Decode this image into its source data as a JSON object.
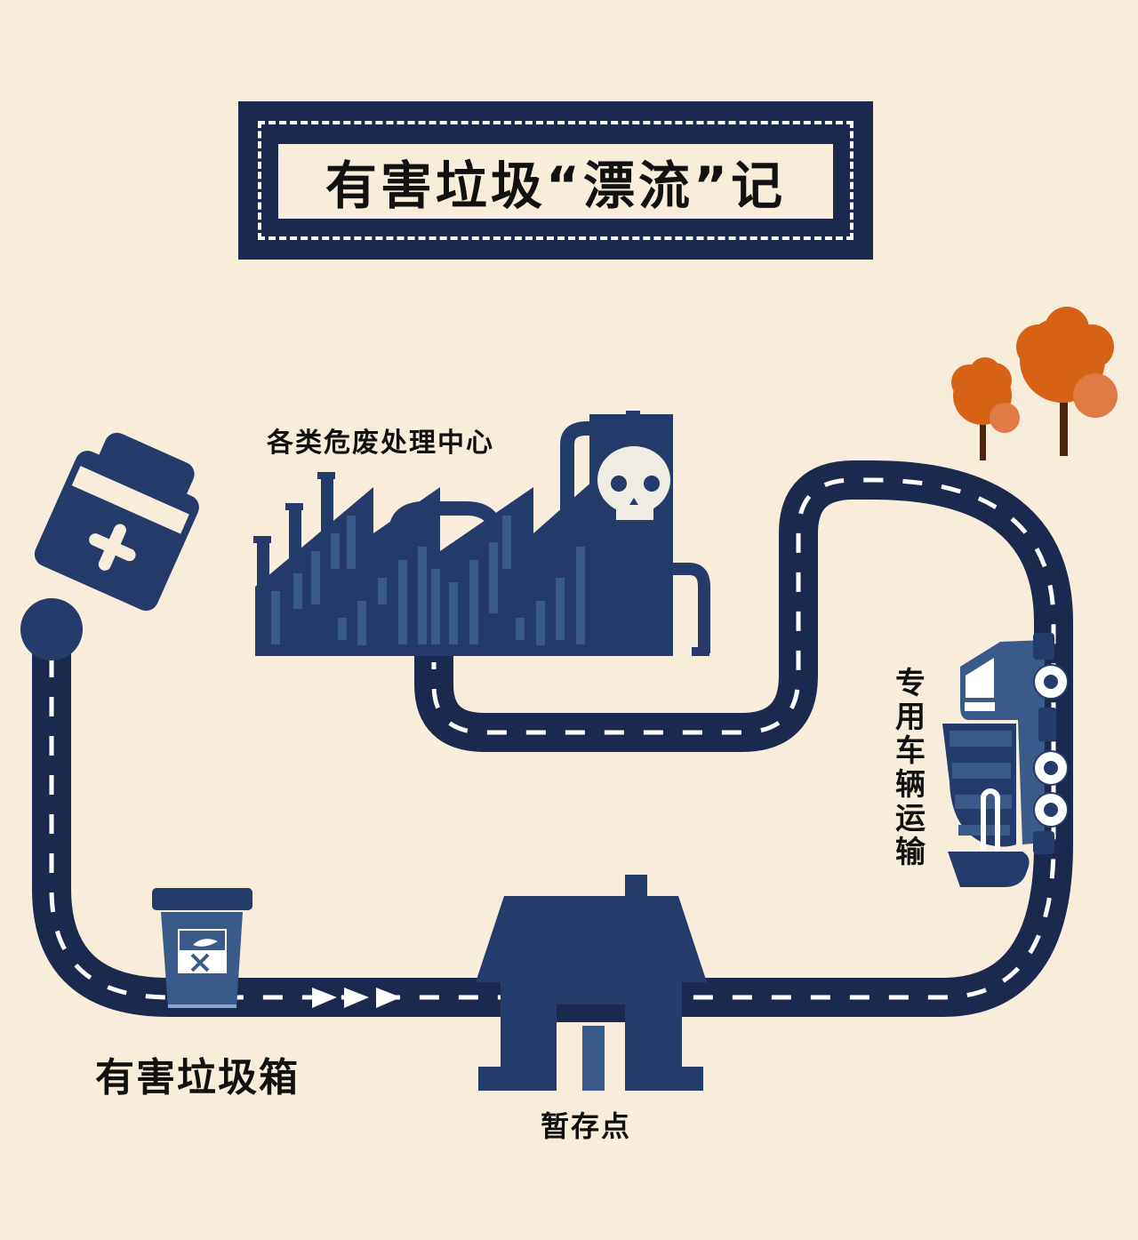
{
  "title": "有害垃圾“漂流”记",
  "labels": {
    "treatment_center": "各类危废处理中心",
    "hazardous_bin": "有害垃圾箱",
    "temporary_storage": "暂存点",
    "vehicle_transport": "专用车辆运输"
  },
  "icons": {
    "medicine_bottle": "medicine-bottle-icon",
    "factory": "factory-icon",
    "skull": "skull-icon",
    "truck": "garbage-truck-icon",
    "bin": "hazardous-bin-icon",
    "house": "storage-house-icon",
    "trees": "tree-icon",
    "arrows": "direction-arrows-icon"
  },
  "colors": {
    "background": "#f8eddb",
    "road": "#1c294f",
    "icon_primary": "#243b6b",
    "icon_light": "#3a5a8a",
    "tree_orange": "#d66215",
    "tree_light": "#e07a45",
    "tree_trunk": "#4a2510",
    "skull": "#efece4"
  }
}
